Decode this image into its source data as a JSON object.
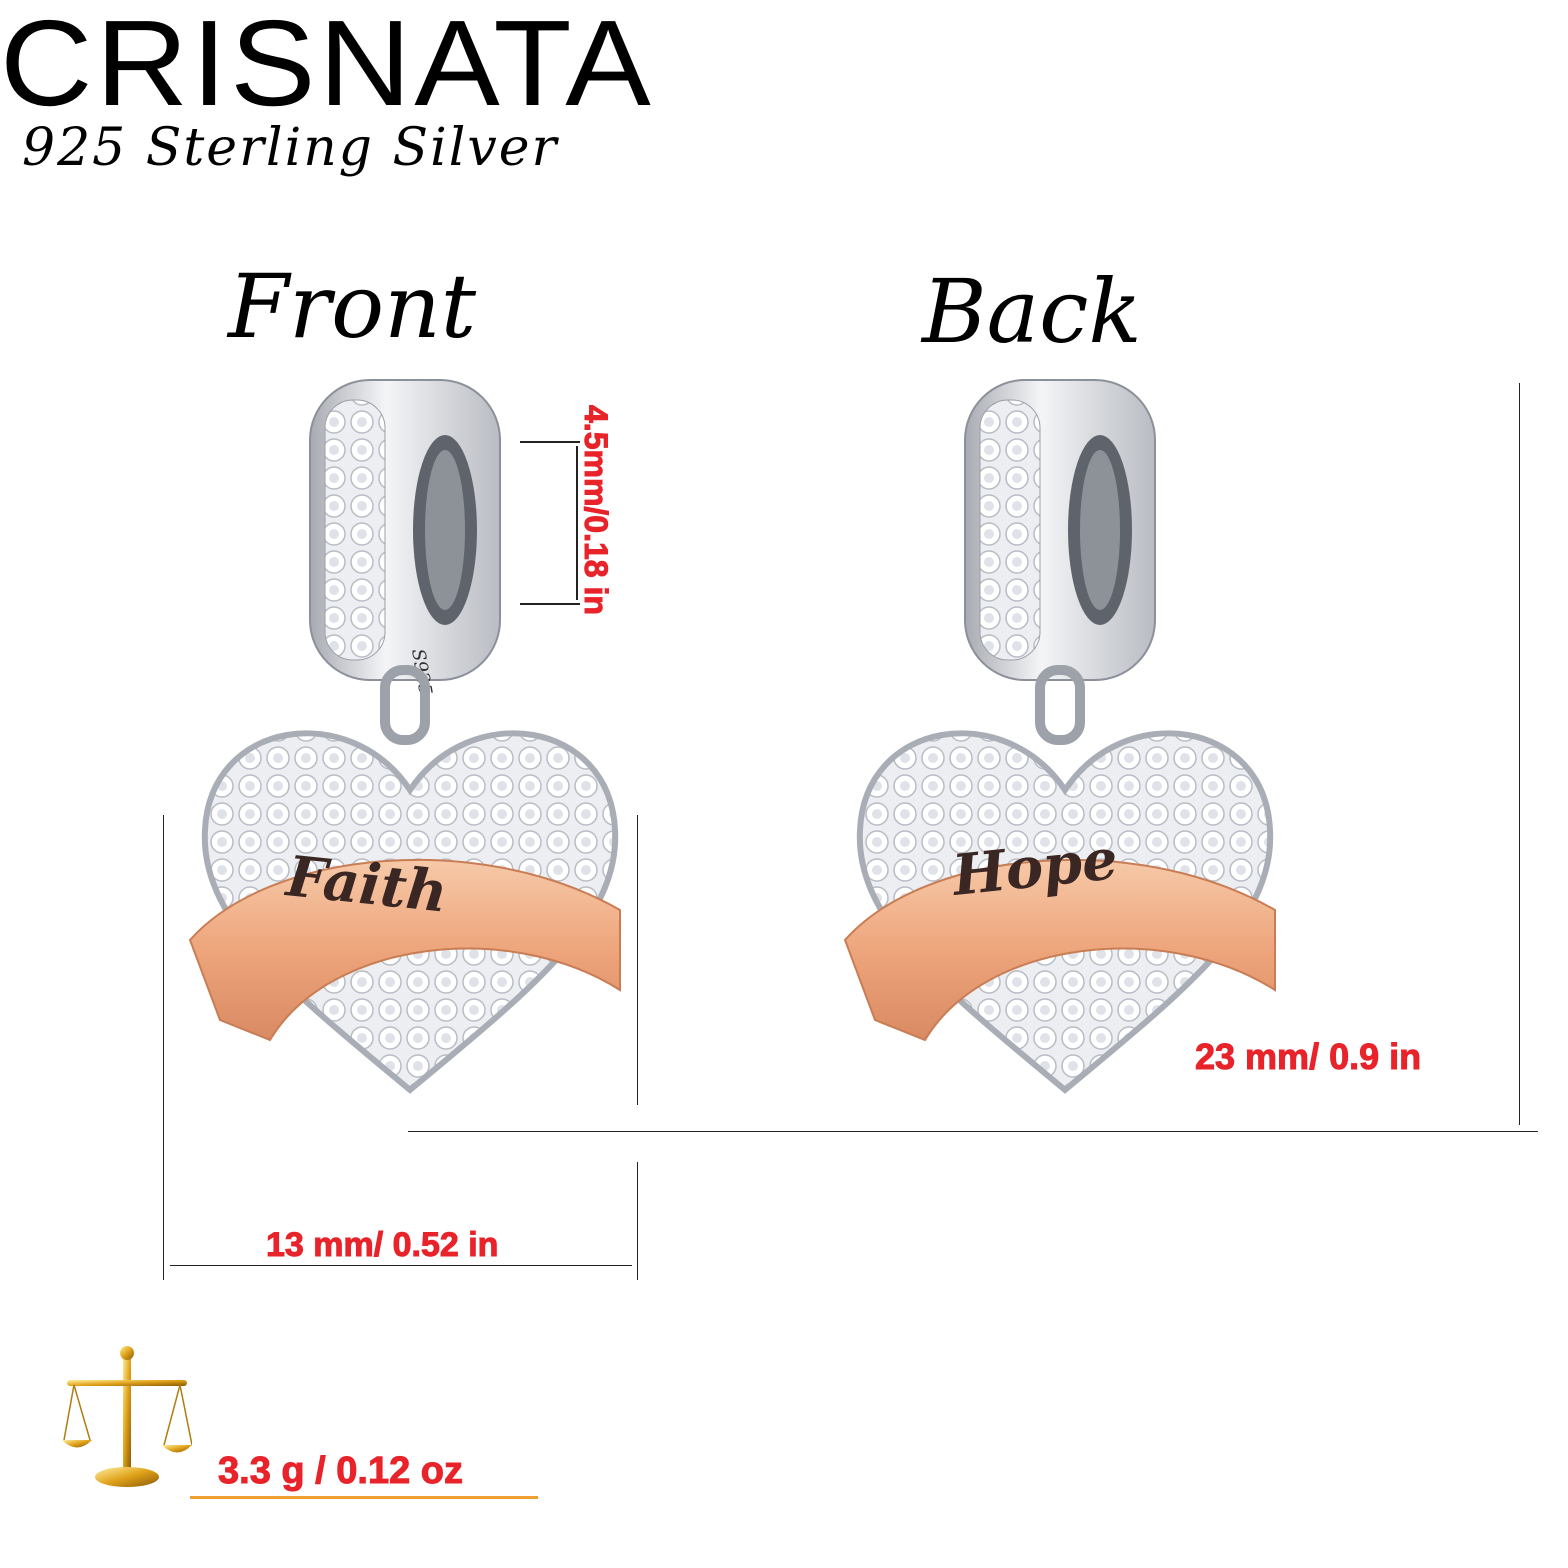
{
  "brand": "CRISNATA",
  "subtitle": "925 Sterling Silver",
  "views": {
    "front_label": "Front",
    "back_label": "Back"
  },
  "charm": {
    "front_word": "Faith",
    "back_word": "Hope",
    "bail_stamp": "S925"
  },
  "dimensions": {
    "hole": "4.5mm/0.18 in",
    "height": "23 mm/ 0.9 in",
    "width": "13 mm/ 0.52 in",
    "weight": "3.3 g / 0.12 oz"
  },
  "icons": {
    "weight": "balance-scale-icon"
  },
  "colors": {
    "dimension_text": "#e8232a",
    "banner_rose_gold": "#f0b08a",
    "silver": "#d9dbe0",
    "weight_underline": "#f0a030"
  }
}
